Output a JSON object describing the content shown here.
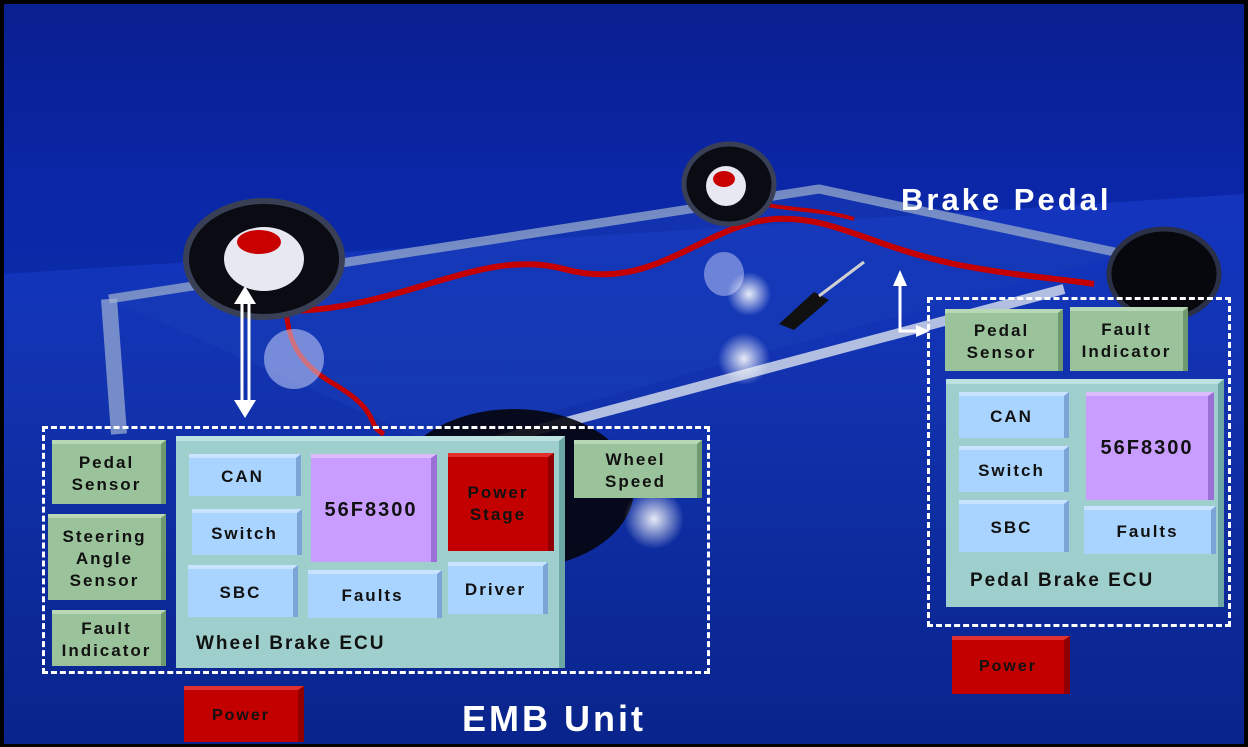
{
  "title": "Brake Pedal",
  "footer_label": "EMB Unit",
  "emb": {
    "panel_label": "Wheel Brake ECU",
    "left_sensors": [
      "Pedal Sensor",
      "Steering Angle Sensor",
      "Fault Indicator"
    ],
    "modules": {
      "can": "CAN",
      "switch": "Switch",
      "sbc": "SBC",
      "processor": "56F8300",
      "faults": "Faults",
      "power_stage": "Power Stage",
      "driver": "Driver"
    },
    "wheel_speed": "Wheel Speed",
    "power": "Power"
  },
  "pedal": {
    "panel_label": "Pedal Brake ECU",
    "top_sensors": [
      "Pedal Sensor",
      "Fault Indicator"
    ],
    "modules": {
      "can": "CAN",
      "switch": "Switch",
      "sbc": "SBC",
      "processor": "56F8300",
      "faults": "Faults"
    },
    "power": "Power"
  },
  "colors": {
    "sensor": "#9bc39b",
    "module": "#a9d4ff",
    "processor": "#c99dff",
    "power": "#c30000",
    "panel": "#9fcfcd",
    "background": "#0a2aa8"
  }
}
